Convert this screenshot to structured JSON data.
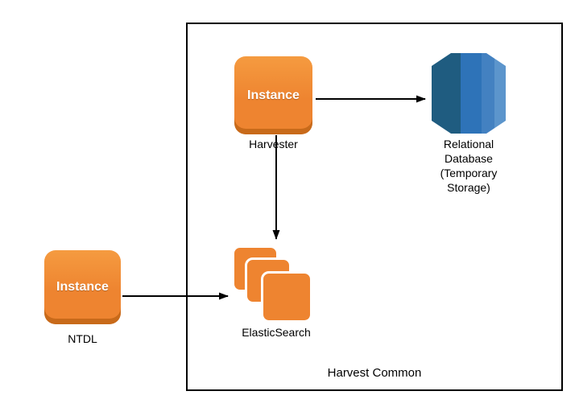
{
  "diagram": {
    "container_label": "Harvest Common",
    "nodes": {
      "harvester": {
        "icon_label": "Instance",
        "label": "Harvester"
      },
      "database": {
        "label_lines": [
          "Relational",
          "Database",
          "(Temporary",
          "Storage)"
        ]
      },
      "elasticsearch": {
        "label": "ElasticSearch"
      },
      "ntdl": {
        "icon_label": "Instance",
        "label": "NTDL"
      }
    },
    "colors": {
      "instance_orange": "#EE8430",
      "instance_orange_dark": "#C9671B",
      "db_blue_darkest": "#1F5C80",
      "db_blue": "#2E73B8",
      "db_blue_light": "#4381C1",
      "db_blue_lightest": "#5C95CC",
      "arrow_black": "#000000"
    }
  }
}
